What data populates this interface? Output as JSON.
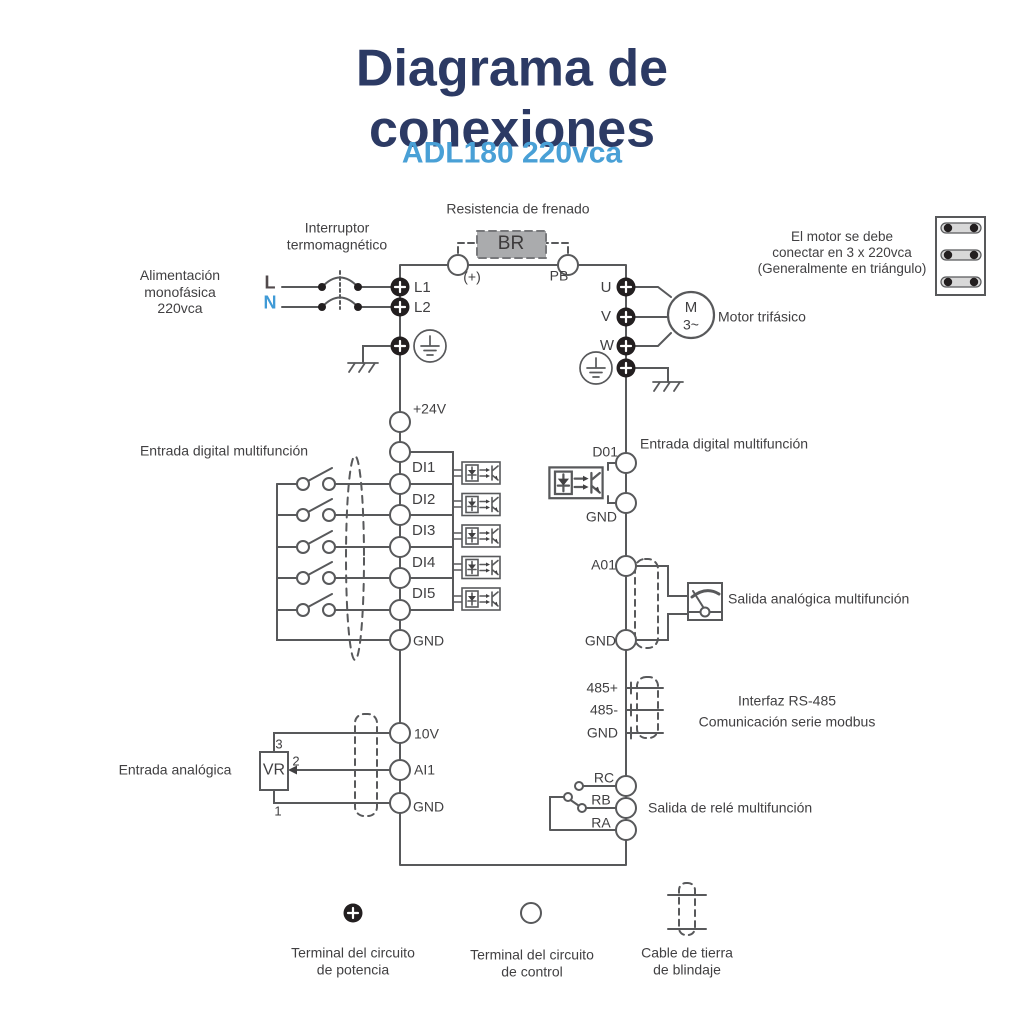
{
  "header": {
    "title": "Diagrama de conexiones",
    "subtitle": "ADL180 220vca"
  },
  "colors": {
    "title_navy": "#2c3a64",
    "subtitle_blue": "#49a0d6",
    "line_gray": "#58595b",
    "text_gray": "#414042",
    "neutral_blue": "#3f9ad6",
    "line_dark": "#514a4c",
    "br_fill": "#aaabad"
  },
  "supply": {
    "label": "Alimentación\nmonofásica\n220vca",
    "l": "L",
    "n": "N"
  },
  "breaker": {
    "label": "Interruptor\ntermomagnético"
  },
  "brake": {
    "label": "Resistencia de frenado",
    "br": "BR",
    "plus": "(+)",
    "pb": "PB"
  },
  "power_terminals": {
    "l1": "L1",
    "l2": "L2",
    "u": "U",
    "v": "V",
    "w": "W"
  },
  "motor": {
    "m": "M",
    "phases": "3~",
    "label": "Motor trifásico",
    "note": "El motor se debe\nconectar en  3 x 220vca\n(Generalmente en triángulo)"
  },
  "digital_inputs": {
    "label": "Entrada digital multifunción",
    "v24": "+24V",
    "items": [
      "DI1",
      "DI2",
      "DI3",
      "DI4",
      "DI5"
    ],
    "gnd": "GND"
  },
  "digital_output": {
    "label": "Entrada digital multifunción",
    "d01": "D01",
    "gnd": "GND"
  },
  "analog_output": {
    "a01": "A01",
    "gnd": "GND",
    "label": "Salida analógica multifunción"
  },
  "rs485": {
    "plus": "485+",
    "minus": "485-",
    "gnd": "GND",
    "line1": "Interfaz RS-485",
    "line2": "Comunicación serie modbus"
  },
  "relay": {
    "rc": "RC",
    "rb": "RB",
    "ra": "RA",
    "label": "Salida de relé multifunción"
  },
  "analog_input": {
    "label": "Entrada analógica",
    "vr": "VR",
    "pin3": "3",
    "pin2": "2",
    "pin1": "1",
    "v10": "10V",
    "ai1": "AI1",
    "gnd": "GND"
  },
  "legend": {
    "power": "Terminal del circuito\nde potencia",
    "control": "Terminal del circuito\nde control",
    "shield": "Cable de tierra\nde blindaje"
  }
}
